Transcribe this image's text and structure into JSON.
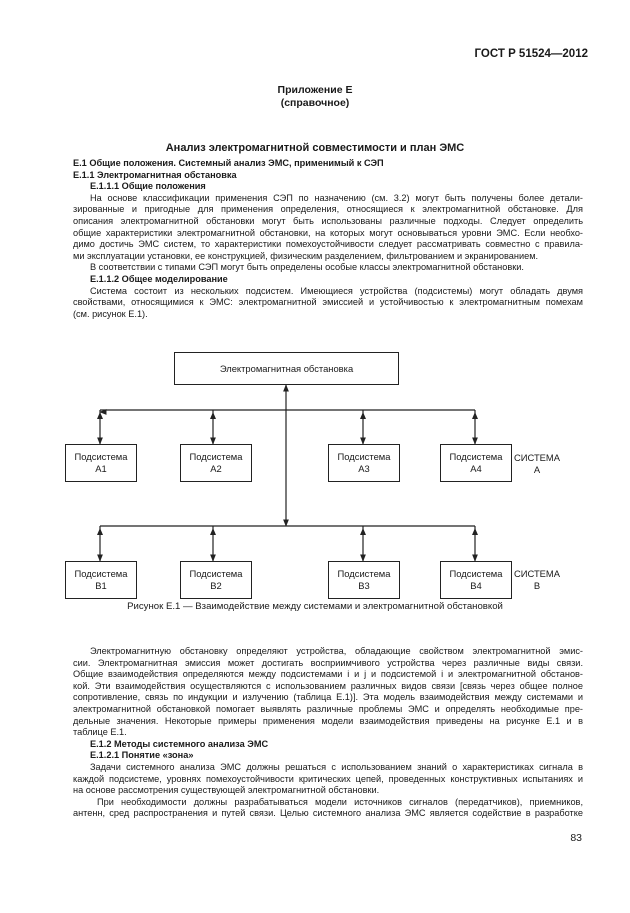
{
  "header": {
    "standard": "ГОСТ Р 51524—2012"
  },
  "appendix": {
    "title": "Приложение Е",
    "subtitle": "(справочное)"
  },
  "section_title": "Анализ электромагнитной совместимости и план ЭМС",
  "block1": [
    "Е.1 Общие положения. Системный анализ ЭМС, применимый к СЭП",
    "Е.1.1 Электромагнитная обстановка",
    "Е.1.1.1 Общие положения",
    "На основе   классификации применения СЭП по назначению  (см. 3.2) могут быть получены более детали-",
    "зированные и пригодные для  применения  определения, относящиеся к электромагнитной обстановке.  Для",
    "описания электромагнитной обстановки могут быть использованы   различные подходы. Следует определить",
    "общие характеристики  электромагнитной обстановки, на которых могут основываться уровни ЭМС. Если необхо-",
    "димо достичь ЭМС систем, то характеристики помехоустойчивости следует рассматривать  совместно с правила-",
    "ми эксплуатации установки, ее конструкцией, физическим разделением, фильтрованием и экранированием.",
    "В соответствии с типами СЭП могут быть определены  особые классы  электромагнитной обстановки.",
    "Е.1.1.2 Общее моделирование",
    "Система состоит из нескольких подсистем. Имеющиеся устройства (подсистемы) могут обладать двумя",
    "свойствами, относящимися к ЭМС: электромагнитной эмиссией и устойчивостью к электромагнитным помехам",
    "(см. рисунок Е.1)."
  ],
  "diagram": {
    "environment": "Электромагнитная обстановка",
    "row_a": [
      {
        "line1": "Подсистема",
        "line2": "А1"
      },
      {
        "line1": "Подсистема",
        "line2": "А2"
      },
      {
        "line1": "Подсистема",
        "line2": "А3"
      },
      {
        "line1": "Подсистема",
        "line2": "А4"
      }
    ],
    "row_b": [
      {
        "line1": "Подсистема",
        "line2": "В1"
      },
      {
        "line1": "Подсистема",
        "line2": "В2"
      },
      {
        "line1": "Подсистема",
        "line2": "В3"
      },
      {
        "line1": "Подсистема",
        "line2": "В4"
      }
    ],
    "system_a": {
      "line1": "СИСТЕМА",
      "line2": "А"
    },
    "system_b": {
      "line1": "СИСТЕМА",
      "line2": "В"
    }
  },
  "figure_caption": "Рисунок Е.1 — Взаимодействие между системами и электромагнитной обстановкой",
  "block2": [
    "Электромагнитную  обстановку  определяют  устройства,  обладающие свойством электромагнитной эмис-",
    "сии. Электромагнитная эмиссия   может   достигать   восприимчивого устройства через различные виды связи.",
    "Общие взаимодействия определяются между подсистемами i и  j и подсистемой i и электромагнитной обстанов-",
    "кой.  Эти взаимодействия осуществляются с использованием различных  видов связи [связь через общее полное",
    "сопротивление, связь по индукции и излучению (таблица Е.1)].   Эта модель  взаимодействия между системами и",
    "электромагнитной обстановкой помогает выявлять различные проблемы ЭМС и определять   необходимые пре-",
    "дельные значения. Некоторые примеры применения модели взаимодействия приведены на рисунке Е.1 и в",
    "таблице Е.1.",
    "Е.1.2 Методы системного анализа ЭМС",
    "Е.1.2.1 Понятие «зона»",
    "Задачи системного анализа ЭМС должны решаться  с использованием знаний о характеристиках сигнала в",
    "каждой подсистеме, уровнях помехоустойчивости  критических цепей, проведенных конструктивных испытаниях и",
    "на основе рассмотрения  существующей электромагнитной обстановки.",
    "При необходимости должны разрабатываться модели источников сигналов (передатчиков), приемников,",
    "антенн, сред распространения и путей связи. Целью системного анализа ЭМС является содействие в разработке"
  ],
  "page_number": "83"
}
